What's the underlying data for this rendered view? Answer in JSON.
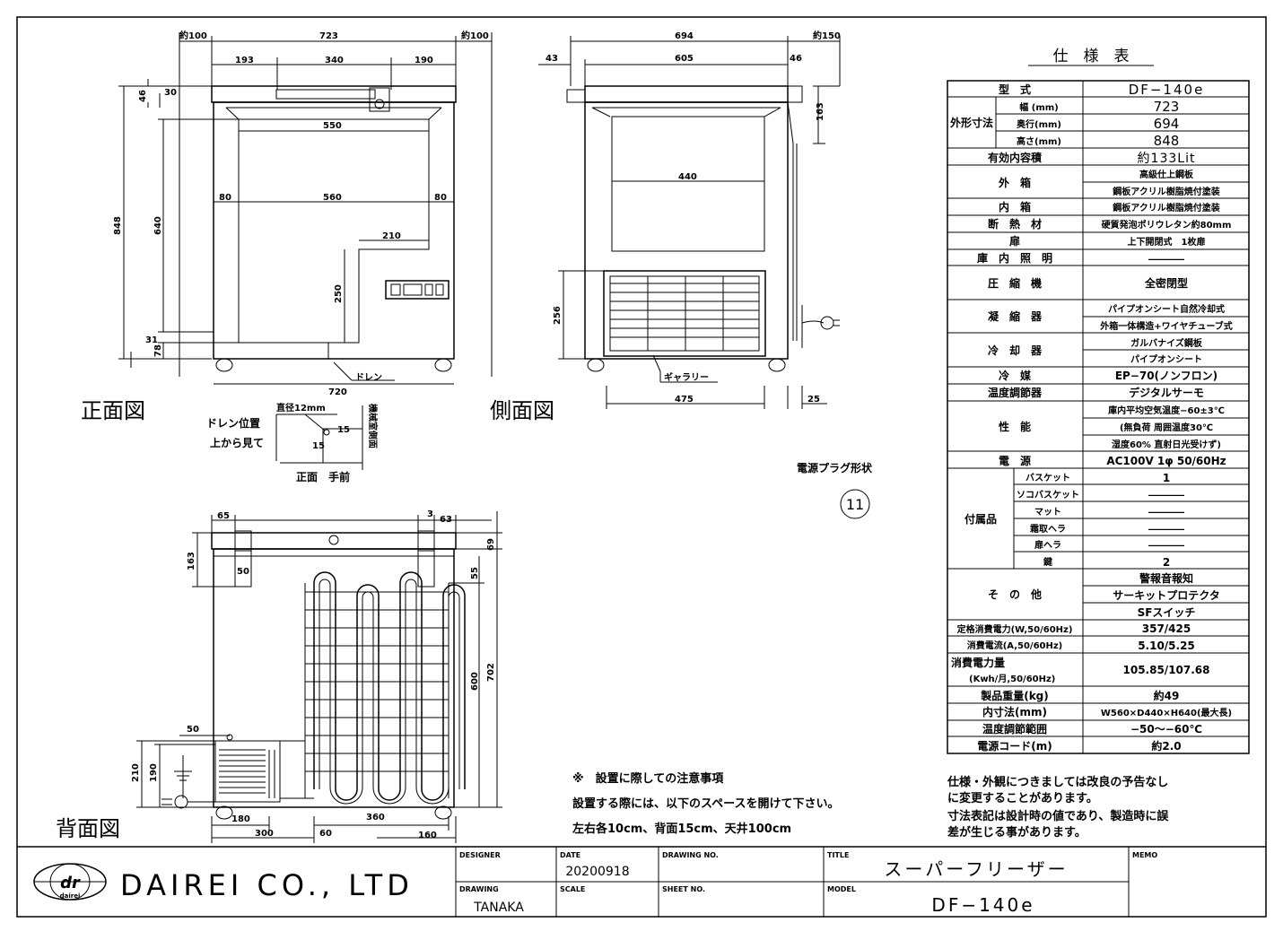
{
  "views": {
    "front": "正面図",
    "side": "側面図",
    "back": "背面図"
  },
  "front_dims": {
    "w100l": "約100",
    "w723": "723",
    "w100r": "約100",
    "w193": "193",
    "w340": "340",
    "w190": "190",
    "h46": "46",
    "h30": "30",
    "h848": "848",
    "h640": "640",
    "h78": "78",
    "h31": "31",
    "w550": "550",
    "w80l": "80",
    "w560": "560",
    "w80r": "80",
    "w210": "210",
    "h250": "250",
    "w720": "720",
    "drain": "ドレン"
  },
  "side_dims": {
    "w694": "694",
    "w150": "約150",
    "w43": "43",
    "w605": "605",
    "w46": "46",
    "h163": "163",
    "w440": "440",
    "h256": "256",
    "gallery": "ギャラリー",
    "w475": "475",
    "w25": "25"
  },
  "drain_detail": {
    "pos1": "ドレン位置",
    "pos2": "上から見て",
    "dia": "直径12mm",
    "d15a": "15",
    "d15b": "15",
    "machine": "機械室側面",
    "front": "正面　手前"
  },
  "back_dims": {
    "w65": "65",
    "w3": "3",
    "w63": "63",
    "h163": "163",
    "w50": "50",
    "h69": "69",
    "h55": "55",
    "h600": "600",
    "h702": "702",
    "w50b": "50",
    "h210": "210",
    "h190": "190",
    "w180": "180",
    "w300": "300",
    "w60": "60",
    "w360": "360",
    "w160": "160"
  },
  "plug": {
    "title": "電源プラグ形状",
    "symbol": "11"
  },
  "notes": {
    "l1": "※　設置に際しての注意事項",
    "l2": "設置する際には、以下のスペースを開けて下さい。",
    "l3": "左右各10cm、背面15cm、天井100cm"
  },
  "spec_title": "仕　様　表",
  "spec": {
    "model_k": "型　式",
    "model_v": "DF−140e",
    "outer_k": "外形寸法",
    "w_k": "幅 (mm)",
    "w_v": "723",
    "d_k": "奥行(mm)",
    "d_v": "694",
    "h_k": "高さ(mm)",
    "h_v": "848",
    "cap_k": "有効内容積",
    "cap_v": "約133Lit",
    "outbox_k": "外　箱",
    "outbox_v1": "高級仕上鋼板",
    "outbox_v2": "鋼板アクリル樹脂焼付塗装",
    "inbox_k": "内　箱",
    "inbox_v": "鋼板アクリル樹脂焼付塗装",
    "ins_k": "断　熱　材",
    "ins_v": "硬質発泡ポリウレタン約80mm",
    "door_k": "扉",
    "door_v": "上下開閉式　1枚扉",
    "light_k": "庫　内　照　明",
    "light_v": "――――",
    "comp_k": "圧　縮　機",
    "comp_v": "全密閉型",
    "cond_k": "凝　縮　器",
    "cond_v1": "パイプオンシート自然冷却式",
    "cond_v2": "外箱一体構造+ワイヤチューブ式",
    "evap_k": "冷　却　器",
    "evap_v1": "ガルバナイズ鋼板",
    "evap_v2": "パイプオンシート",
    "ref_k": "冷　媒",
    "ref_v": "EP−70(ノンフロン)",
    "temp_k": "温度調節器",
    "temp_v": "デジタルサーモ",
    "perf_k": "性　能",
    "perf_v1": "庫内平均空気温度−60±3℃",
    "perf_v2": "(無負荷 周囲温度30℃",
    "perf_v3": "湿度60% 直射日光受けず)",
    "pwr_k": "電　源",
    "pwr_v": "AC100V 1φ 50/60Hz",
    "acc_k": "付属品",
    "basket_k": "バスケット",
    "basket_v": "1",
    "sbasket_k": "ソコバスケット",
    "sbasket_v": "――――",
    "mat_k": "マット",
    "mat_v": "――――",
    "frost_k": "霜取ヘラ",
    "frost_v": "――――",
    "doorh_k": "扉ヘラ",
    "doorh_v": "――――",
    "key_k": "鍵",
    "key_v": "2",
    "other_k": "そ　の　他",
    "other_v1": "警報音報知",
    "other_v2": "サーキットプロテクタ",
    "other_v3": "SFスイッチ",
    "rp_k": "定格消費電力(W,50/60Hz)",
    "rp_v": "357/425",
    "rc_k": "消費電流(A,50/60Hz)",
    "rc_v": "5.10/5.25",
    "ec_k1": "消費電力量",
    "ec_k2": "(Kwh/月,50/60Hz)",
    "ec_v": "105.85/107.68",
    "wt_k": "製品重量(kg)",
    "wt_v": "約49",
    "in_k": "内寸法(mm)",
    "in_v": "W560×D440×H640(最大長)",
    "tr_k": "温度調節範囲",
    "tr_v": "−50〜−60℃",
    "cord_k": "電源コード(m)",
    "cord_v": "約2.0"
  },
  "remark": {
    "l1": "仕様・外観につきましては改良の予告なし",
    "l2": "に変更することがあります。",
    "l3": "寸法表記は設計時の値であり、製造時に誤",
    "l4": "差が生じる事があります。"
  },
  "titleblock": {
    "company": "DAIREI CO., LTD",
    "logo_dr": "dr",
    "logo_sub": "dairei",
    "designer_k": "DESIGNER",
    "designer_v": "",
    "date_k": "DATE",
    "date_v": "20200918",
    "dno_k": "DRAWING NO.",
    "dno_v": "",
    "title_k": "TITLE",
    "title_v": "スーパーフリーザー",
    "memo_k": "MEMO",
    "drawing_k": "DRAWING",
    "drawing_v": "TANAKA",
    "scale_k": "SCALE",
    "scale_v": "",
    "sheet_k": "SHEET NO.",
    "sheet_v": "",
    "model_k": "MODEL",
    "model_v": "DF−140e"
  }
}
